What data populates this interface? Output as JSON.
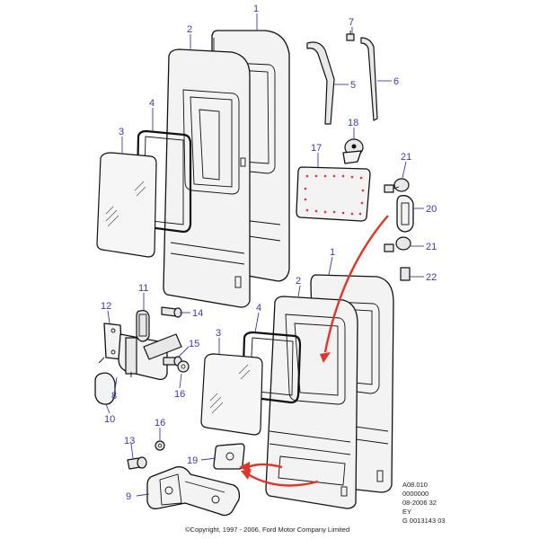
{
  "callouts": {
    "c1a": "1",
    "c2a": "2",
    "c3a": "3",
    "c4a": "4",
    "c5": "5",
    "c6": "6",
    "c7": "7",
    "c17": "17",
    "c18": "18",
    "c21a": "21",
    "c20": "20",
    "c21b": "21",
    "c22": "22",
    "c1b": "1",
    "c2b": "2",
    "c4b": "4",
    "c3b": "3",
    "c11": "11",
    "c12": "12",
    "c14": "14",
    "c15": "15",
    "c16a": "16",
    "c8": "8",
    "c10": "10",
    "c16b": "16",
    "c13": "13",
    "c19": "19",
    "c9": "9"
  },
  "info_block": {
    "line1": "A08.010",
    "line2": "0000000",
    "line3": "08-2006 32",
    "line4": "EY",
    "line5": "G 0013143 03"
  },
  "copyright": "©Copyright, 1997 - 2006, Ford Motor Company Limited",
  "colors": {
    "callout": "#3a3aa8",
    "arrow": "#e0352b",
    "linework": "#111111"
  }
}
